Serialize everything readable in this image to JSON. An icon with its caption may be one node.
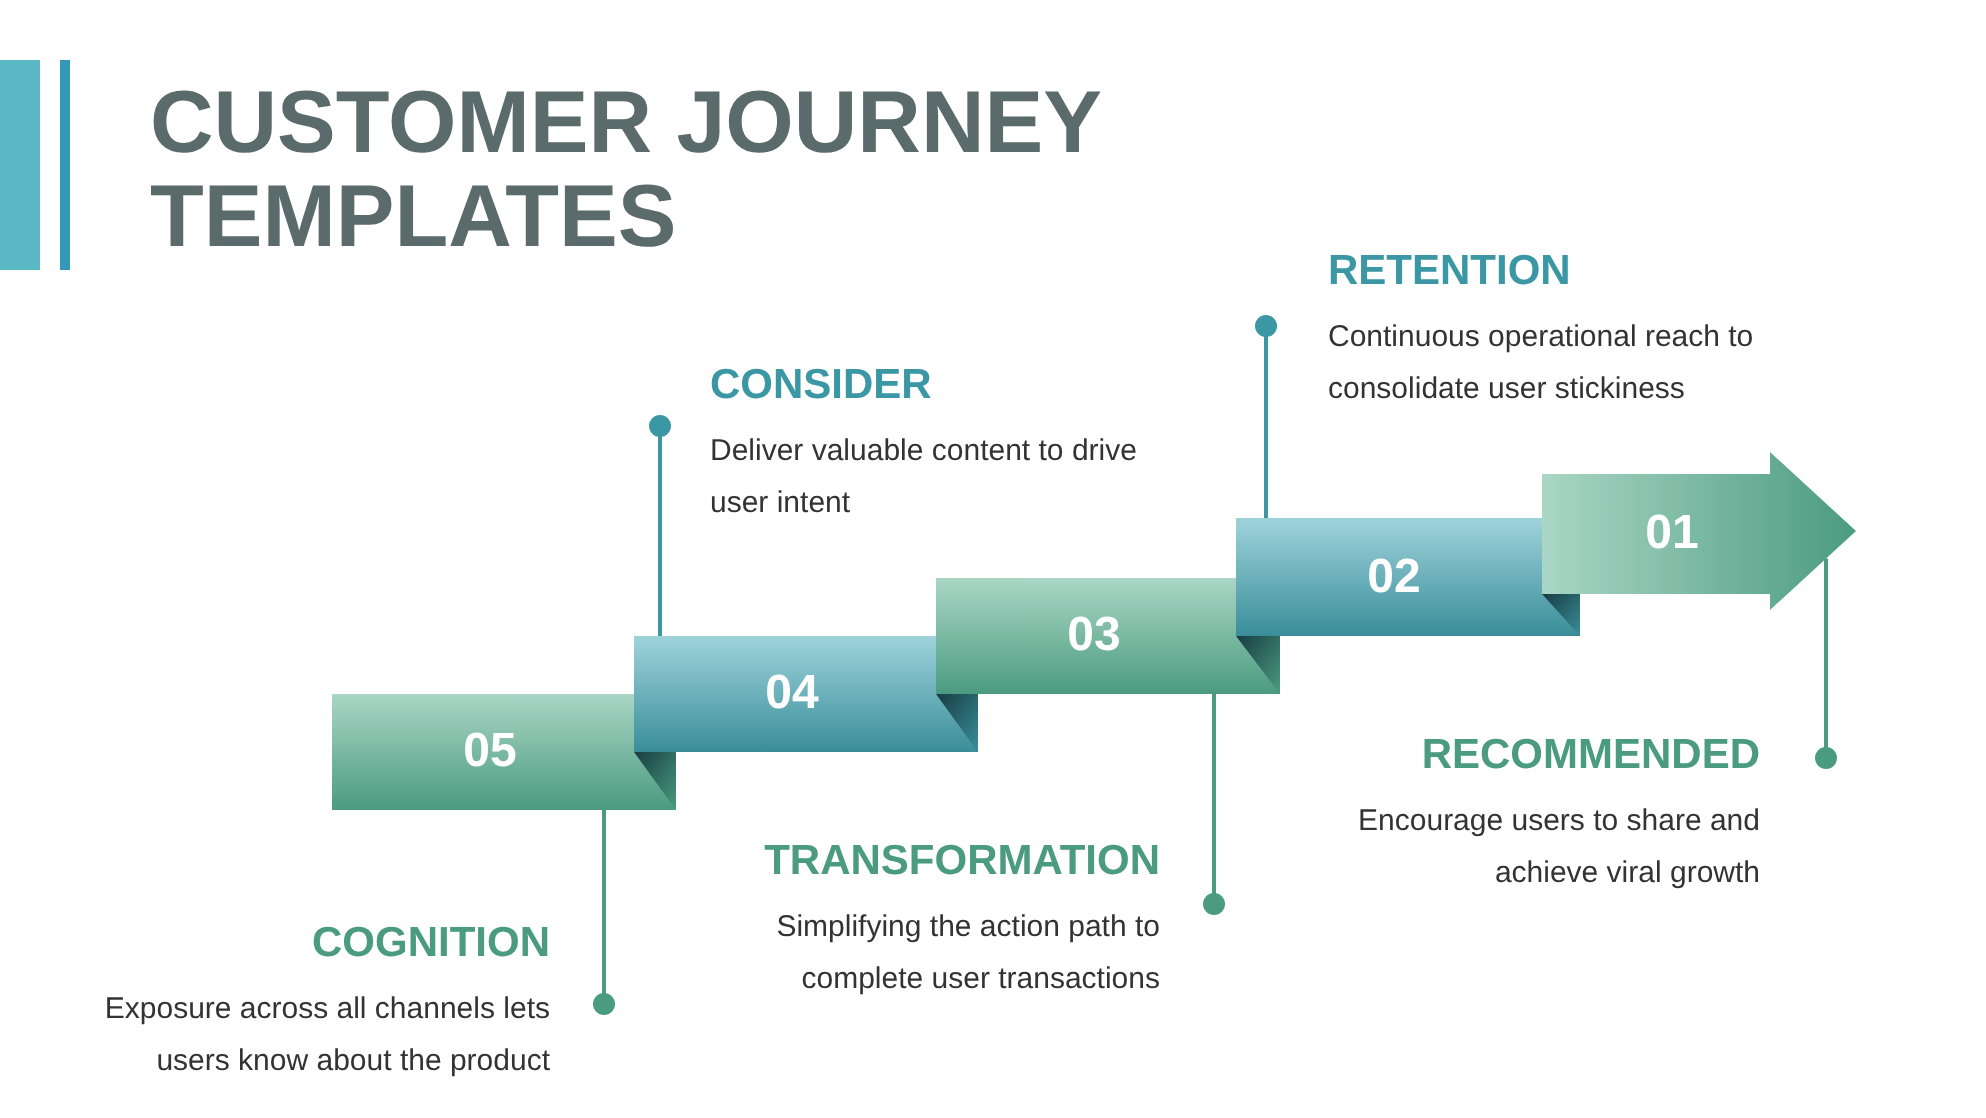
{
  "diagram": {
    "title": "CUSTOMER JOURNEY TEMPLATES",
    "nodes": [
      {
        "text": [
          "05"
        ]
      },
      {
        "text": [
          "04"
        ]
      },
      {
        "text": [
          "03"
        ]
      },
      {
        "text": [
          "02"
        ]
      },
      {
        "text": [
          "01"
        ]
      },
      {
        "text": [
          "COGNITION",
          "Exposure across all channels lets users know about the product"
        ]
      },
      {
        "text": [
          "CONSIDER",
          "Deliver valuable content to drive user intent"
        ]
      },
      {
        "text": [
          "TRANSFORMATION",
          "Simplifying the action path to complete user transactions"
        ]
      },
      {
        "text": [
          "RETENTION",
          "Continuous operational reach to consolidate user stickiness"
        ]
      },
      {
        "text": [
          "RECOMMENDED",
          "Encourage users to share and achieve viral growth"
        ]
      }
    ],
    "edges": [
      {
        "from": 5,
        "to": 0,
        "arrow": "other"
      },
      {
        "from": 6,
        "to": 1,
        "arrow": "other",
        "color": "#3a97a3"
      },
      {
        "from": 7,
        "to": 2,
        "arrow": "other"
      },
      {
        "from": 8,
        "to": 3,
        "arrow": "other",
        "color": "#3a97a3"
      },
      {
        "from": 9,
        "to": 4,
        "arrow": "other"
      }
    ]
  }
}
